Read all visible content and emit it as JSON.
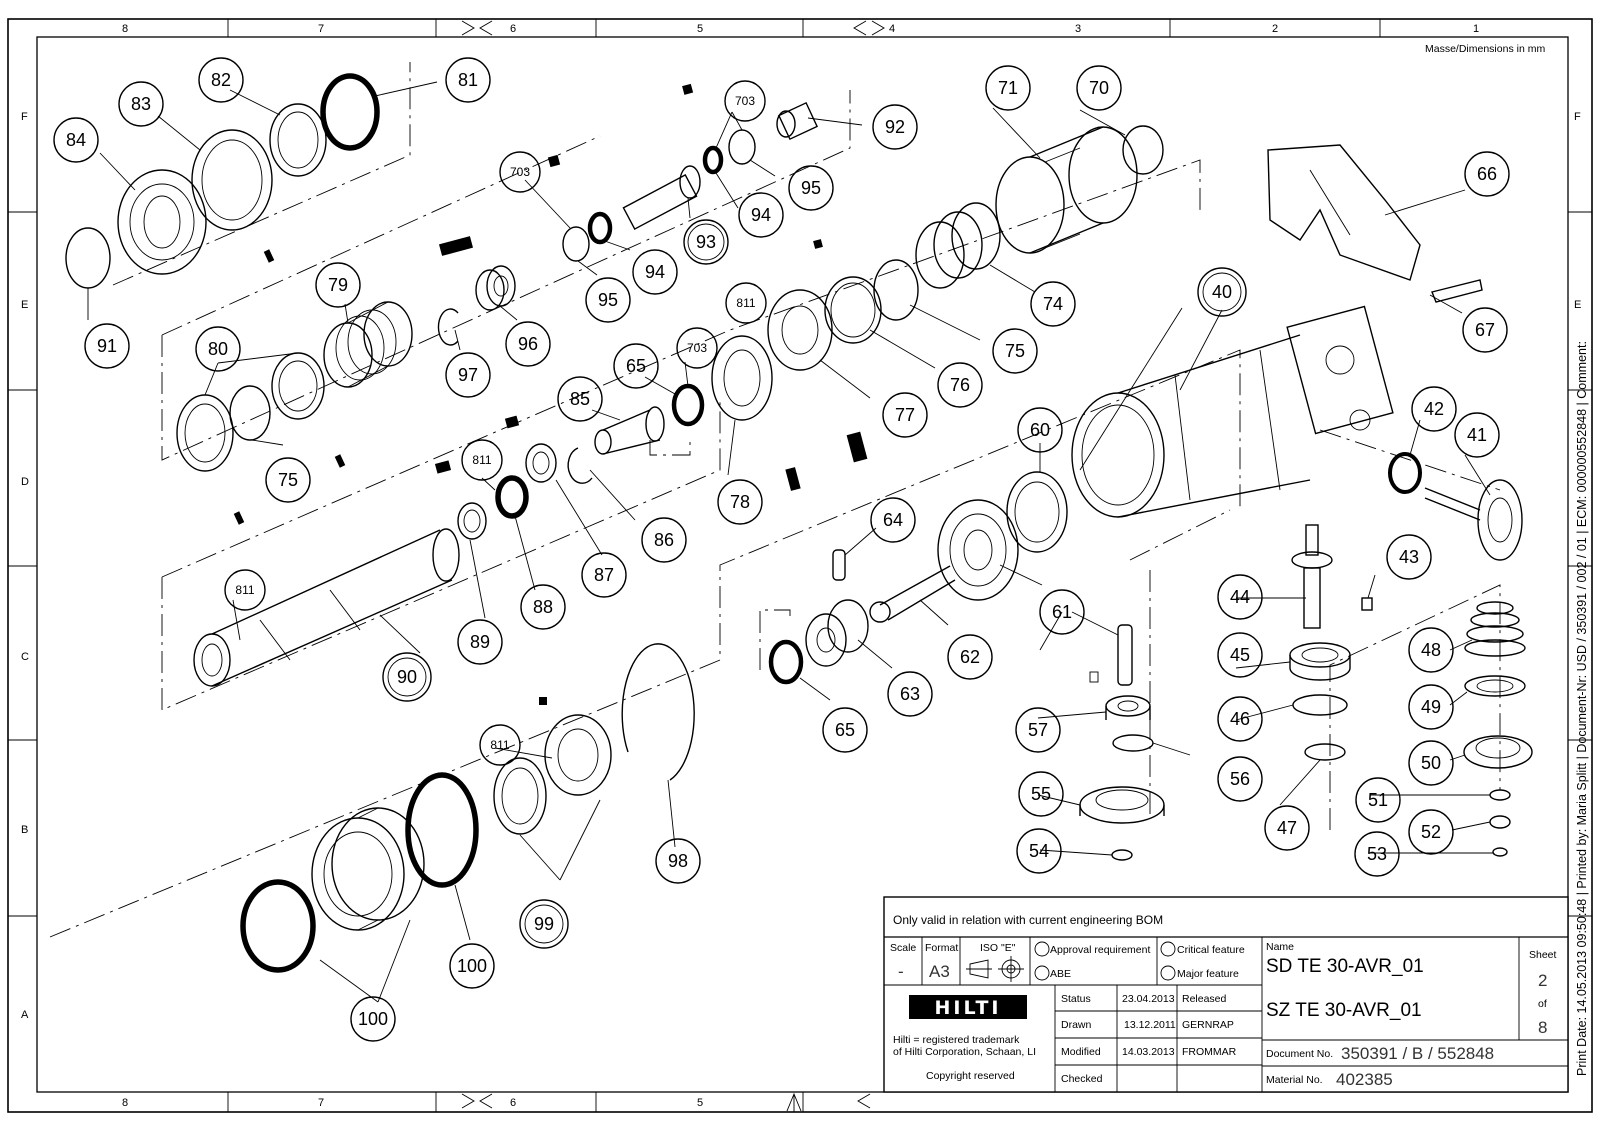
{
  "header_note": "Masse/Dimensions in mm",
  "side_text": "Print Date: 14.05.2013 09:50:48 | Printed by: Maria Splitt | Document-Nr: USD / 350391 / 002 / 01 | ECM: 000000552848 | Comment:",
  "grid": {
    "columns": [
      "8",
      "7",
      "6",
      "5",
      "4",
      "3",
      "2",
      "1"
    ],
    "rows": [
      "F",
      "E",
      "D",
      "C",
      "B",
      "A"
    ]
  },
  "callouts": {
    "p40": "40",
    "p41": "41",
    "p42": "42",
    "p43": "43",
    "p44": "44",
    "p45": "45",
    "p46": "46",
    "p47": "47",
    "p48": "48",
    "p49": "49",
    "p50": "50",
    "p51": "51",
    "p52": "52",
    "p53": "53",
    "p54": "54",
    "p55": "55",
    "p56": "56",
    "p57": "57",
    "p60": "60",
    "p61": "61",
    "p62": "62",
    "p63": "63",
    "p64": "64",
    "p65a": "65",
    "p65b": "65",
    "p66": "66",
    "p67": "67",
    "p70": "70",
    "p71": "71",
    "p74": "74",
    "p75a": "75",
    "p75b": "75",
    "p76": "76",
    "p77": "77",
    "p78": "78",
    "p79": "79",
    "p80": "80",
    "p81": "81",
    "p82": "82",
    "p83": "83",
    "p84": "84",
    "p85": "85",
    "p86": "86",
    "p87": "87",
    "p88": "88",
    "p89": "89",
    "p90": "90",
    "p91": "91",
    "p92": "92",
    "p93": "93",
    "p94a": "94",
    "p94b": "94",
    "p95a": "95",
    "p95b": "95",
    "p96": "96",
    "p97": "97",
    "p98": "98",
    "p99": "99",
    "p100a": "100",
    "p100b": "100",
    "p703a": "703",
    "p703b": "703",
    "p703c": "703",
    "p811a": "811",
    "p811b": "811",
    "p811c": "811",
    "p811d": "811"
  },
  "title_block": {
    "note": "Only valid in relation with current engineering BOM",
    "scale_label": "Scale",
    "scale_value": "-",
    "format_label": "Format",
    "format_value": "A3",
    "iso_label": "ISO \"E\"",
    "approval_requirement": "Approval requirement",
    "abe": "ABE",
    "critical_feature": "Critical feature",
    "major_feature": "Major feature",
    "logo_text": "HILTI",
    "trademark_line1": "Hilti = registered trademark",
    "trademark_line2": "of Hilti Corporation, Schaan, LI",
    "copyright": "Copyright reserved",
    "status_label": "Status",
    "status_date": "23.04.2013",
    "status_value": "Released",
    "drawn_label": "Drawn",
    "drawn_date": "13.12.2011",
    "drawn_by": "GERNRAP",
    "modified_label": "Modified",
    "modified_date": "14.03.2013",
    "modified_by": "FROMMAR",
    "checked_label": "Checked",
    "name_label": "Name",
    "name_line1": "SD TE 30-AVR_01",
    "name_line2": "SZ TE 30-AVR_01",
    "sheet_label": "Sheet",
    "sheet_no": "2",
    "of_label": "of",
    "sheet_total": "8",
    "doc_label": "Document No.",
    "doc_value": "350391 / B / 552848",
    "material_label": "Material No.",
    "material_value": "402385"
  }
}
